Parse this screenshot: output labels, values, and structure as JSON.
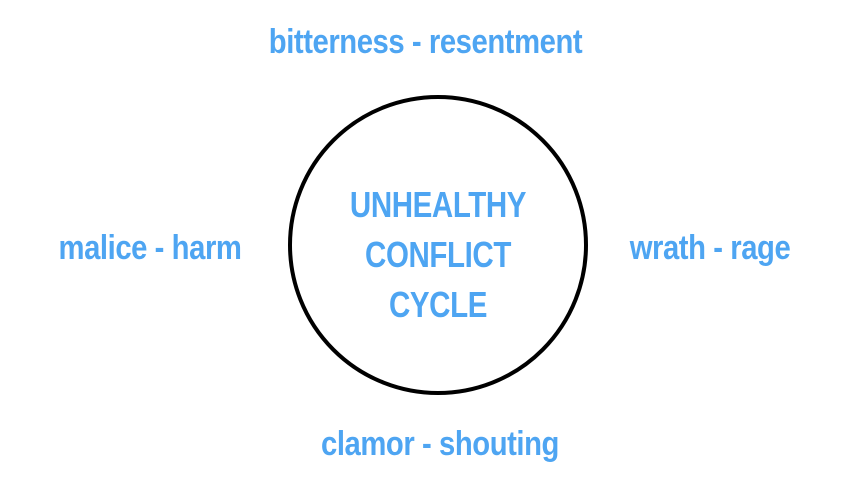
{
  "diagram": {
    "center": {
      "lines": [
        "UNHEALTHY",
        "CONFLICT",
        "CYCLE"
      ]
    },
    "top_label": "bitterness - resentment",
    "right_label": "wrath - rage",
    "bottom_label": "clamor - shouting",
    "left_label": "malice - harm"
  },
  "colors": {
    "text": "#4ea5f2",
    "circle_stroke": "#000000",
    "background": "#ffffff"
  }
}
